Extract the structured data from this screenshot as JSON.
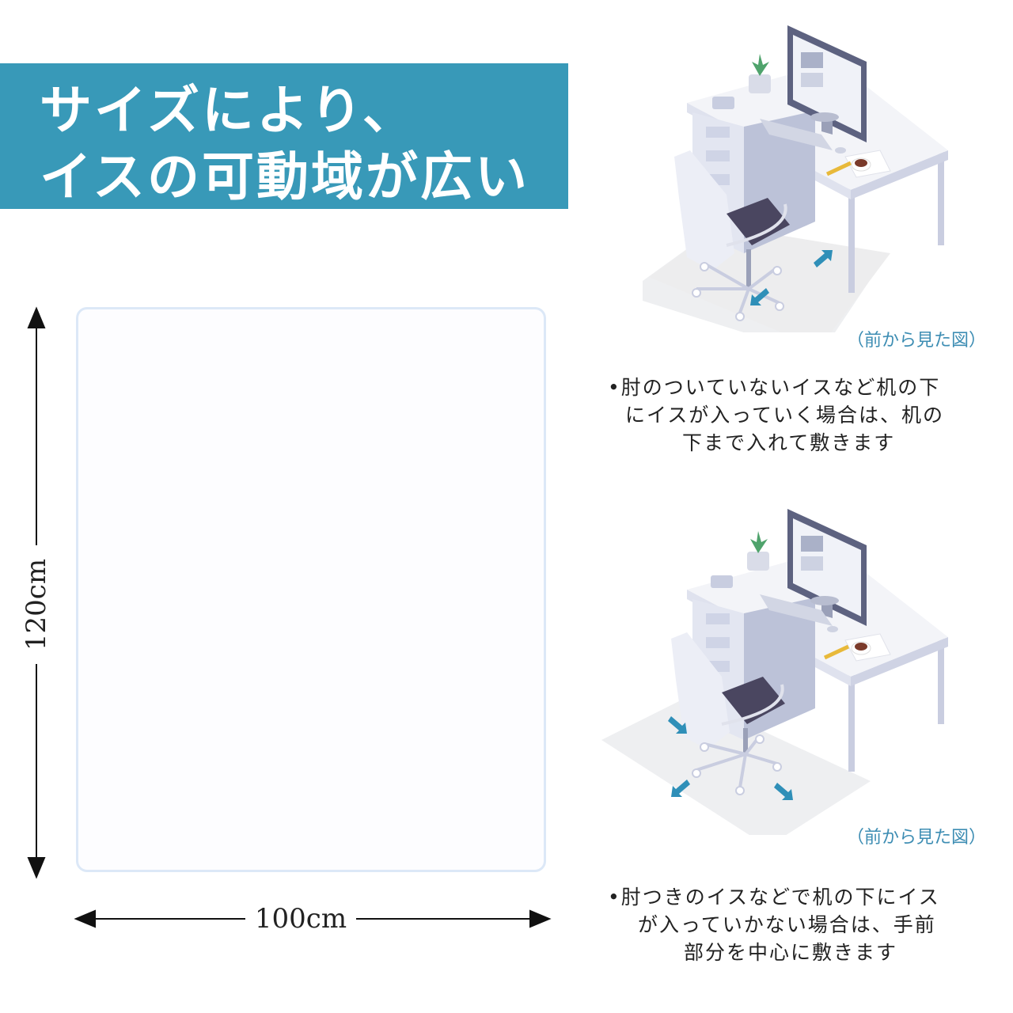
{
  "header": {
    "title_line1": "サイズにより、",
    "title_line2": "イスの可動域が広い"
  },
  "dimensions": {
    "width_label": "100cm",
    "height_label": "120cm"
  },
  "panels": [
    {
      "caption": "（前から見た図）",
      "bullet": "•",
      "lines": [
        "肘のついていないイスなど机の下",
        "にイスが入っていく場合は、机の",
        "下まで入れて敷きます"
      ]
    },
    {
      "caption": "（前から見た図）",
      "bullet": "•",
      "lines": [
        "肘つきのイスなどで机の下にイス",
        "が入っていかない場合は、手前",
        "部分を中心に敷きます"
      ]
    }
  ],
  "colors": {
    "banner": "#3899b8",
    "arrow": "#2f8fb8",
    "mat_border": "#dce8f7"
  }
}
